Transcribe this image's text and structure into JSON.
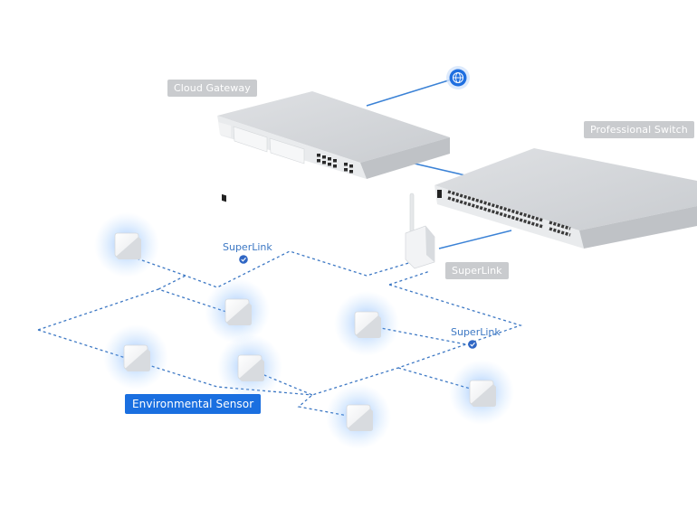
{
  "labels": {
    "cloud_gateway": "Cloud Gateway",
    "professional_switch": "Professional Switch",
    "superlink_device": "SuperLink",
    "superlink_1": "SuperLink",
    "superlink_2": "SuperLink",
    "environmental_sensor": "Environmental Sensor"
  },
  "icons": {
    "internet": "globe-icon"
  },
  "colors": {
    "ethernet_link": "#3b82d6",
    "wireless_link": "#3d78c4",
    "sensor_glow": "#3b82f6",
    "highlight_tag": "#1a6fe0",
    "device_tag": "#c9cbce"
  }
}
